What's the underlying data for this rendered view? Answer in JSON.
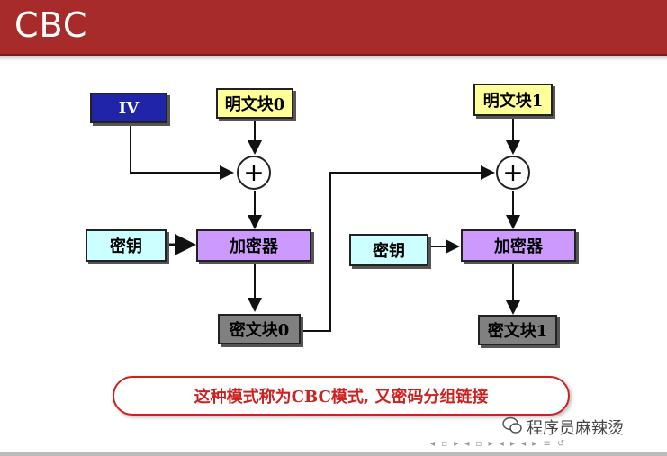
{
  "title": "CBC",
  "diagram": {
    "iv_label": "IV",
    "plaintext_block_0": "明文块0",
    "plaintext_block_1": "明文块1",
    "key_label_0": "密钥",
    "key_label_1": "密钥",
    "encryptor_0": "加密器",
    "encryptor_1": "加密器",
    "ciphertext_block_0": "密文块0",
    "ciphertext_block_1": "密文块1",
    "xor_symbol": "+"
  },
  "note": "这种模式称为CBC模式, 又密码分组链接",
  "watermark": "程序员麻辣烫",
  "colors": {
    "title_bar": "#a72b2b",
    "iv": "#1f24a8",
    "plaintext": "#ffff99",
    "key": "#ccffff",
    "encryptor": "#cc99ff",
    "ciphertext": "#808080",
    "note_text": "#cc2222"
  }
}
